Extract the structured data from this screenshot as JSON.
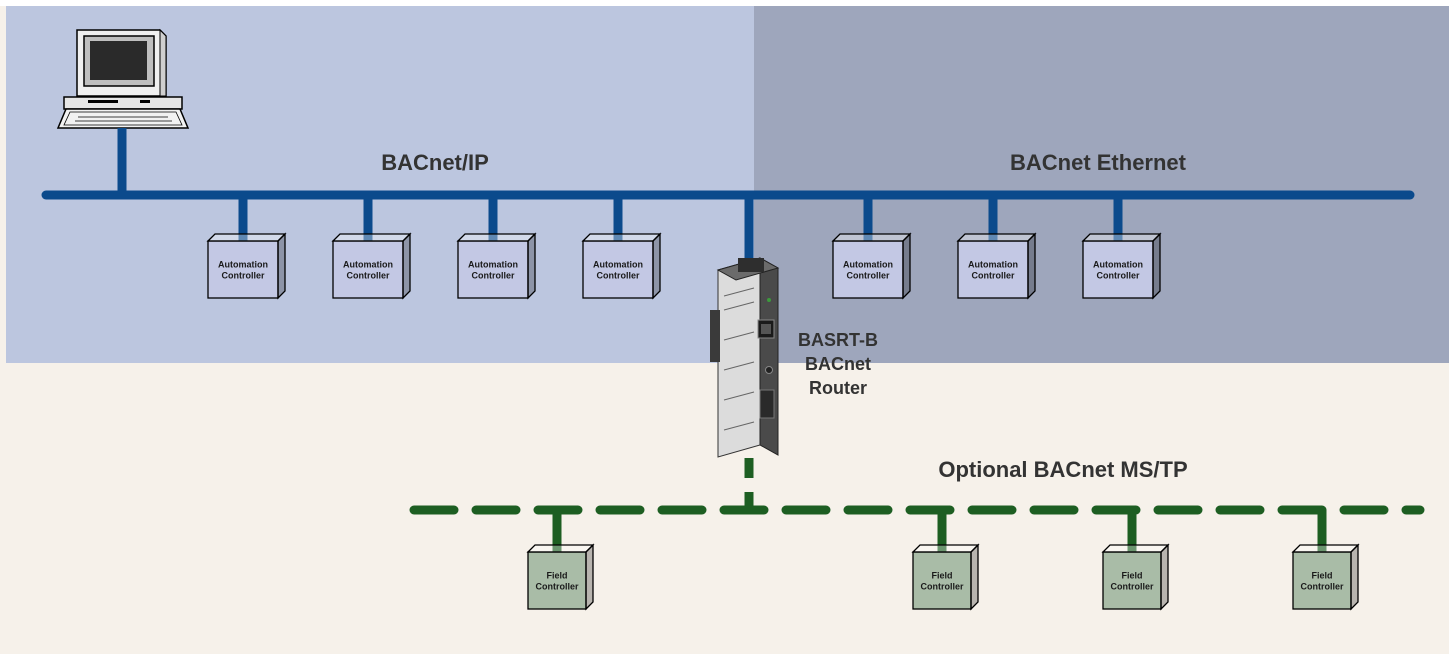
{
  "networks": {
    "ip_label": "BACnet/IP",
    "ethernet_label": "BACnet Ethernet",
    "mstp_label": "Optional BACnet MS/TP"
  },
  "router": {
    "line1": "BASRT-B",
    "line2": "BACnet",
    "line3": "Router"
  },
  "automation_controllers": [
    {
      "line1": "Automation",
      "line2": "Controller"
    },
    {
      "line1": "Automation",
      "line2": "Controller"
    },
    {
      "line1": "Automation",
      "line2": "Controller"
    },
    {
      "line1": "Automation",
      "line2": "Controller"
    },
    {
      "line1": "Automation",
      "line2": "Controller"
    },
    {
      "line1": "Automation",
      "line2": "Controller"
    },
    {
      "line1": "Automation",
      "line2": "Controller"
    }
  ],
  "field_controllers": [
    {
      "line1": "Field",
      "line2": "Controller"
    },
    {
      "line1": "Field",
      "line2": "Controller"
    },
    {
      "line1": "Field",
      "line2": "Controller"
    },
    {
      "line1": "Field",
      "line2": "Controller"
    }
  ],
  "colors": {
    "ip_zone": "#bcc6df",
    "ethernet_zone": "#9ea6bc",
    "lower_zone": "#f6f1ea",
    "bus_blue": "#0b4a8c",
    "bus_green": "#1d5e22",
    "automation_box": "#c3c8e4",
    "field_box": "#a9bca7"
  }
}
